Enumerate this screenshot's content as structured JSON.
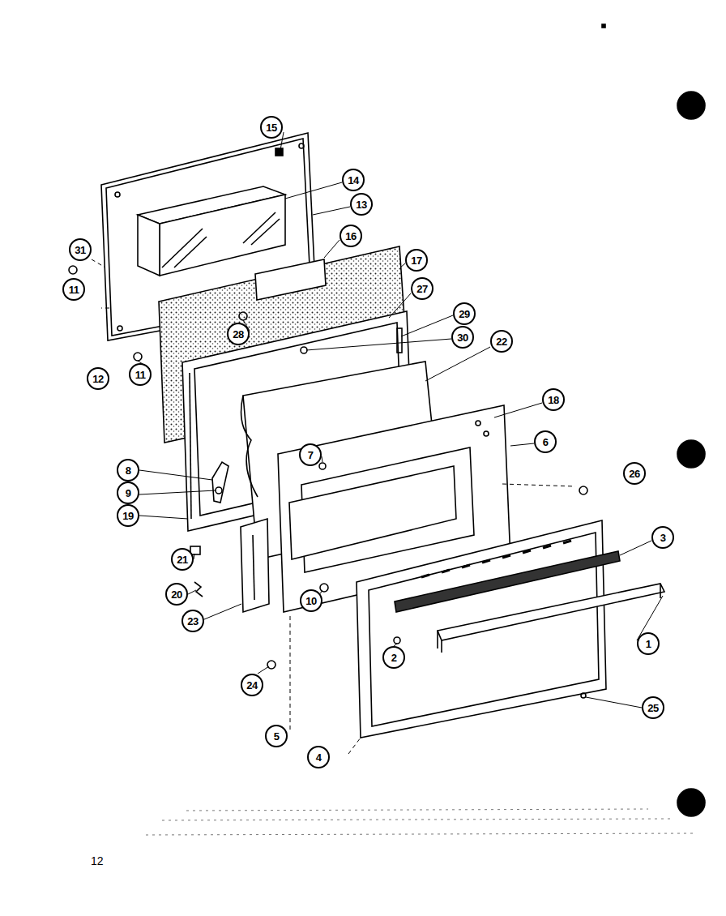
{
  "diagram": {
    "labels": [
      "15",
      "14",
      "13",
      "16",
      "31",
      "17",
      "11",
      "27",
      "29",
      "28",
      "30",
      "22",
      "12",
      "11",
      "18",
      "6",
      "7",
      "8",
      "26",
      "9",
      "19",
      "3",
      "21",
      "20",
      "10",
      "23",
      "1",
      "2",
      "24",
      "25",
      "5",
      "4",
      "12"
    ]
  }
}
